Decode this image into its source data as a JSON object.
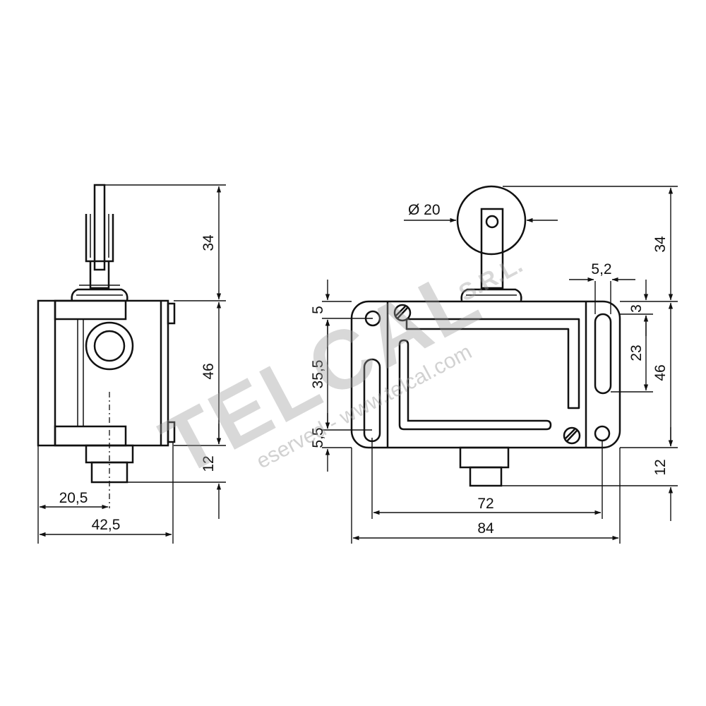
{
  "colors": {
    "line": "#111111",
    "watermark": "#9a9a9a",
    "background": "#ffffff"
  },
  "watermark": {
    "brand": "TELCAL",
    "suffix": "S.R.L.",
    "line": "eserved - www.telcal.com"
  },
  "side_view": {
    "dims": {
      "top_height": "34",
      "body_height": "46",
      "stem_height": "12",
      "half_width": "20,5",
      "total_width": "42,5"
    }
  },
  "front_view": {
    "dims": {
      "roller_diameter": "Ø 20",
      "top_height": "34",
      "top_hole_offset": "5",
      "slot_length": "35,5",
      "bottom_hole_offset": "5,5",
      "slot_width": "5,2",
      "right_top_offset": "3",
      "right_slot_length": "23",
      "body_height": "46",
      "stem_height": "12",
      "hole_spacing": "72",
      "total_width": "84"
    }
  }
}
